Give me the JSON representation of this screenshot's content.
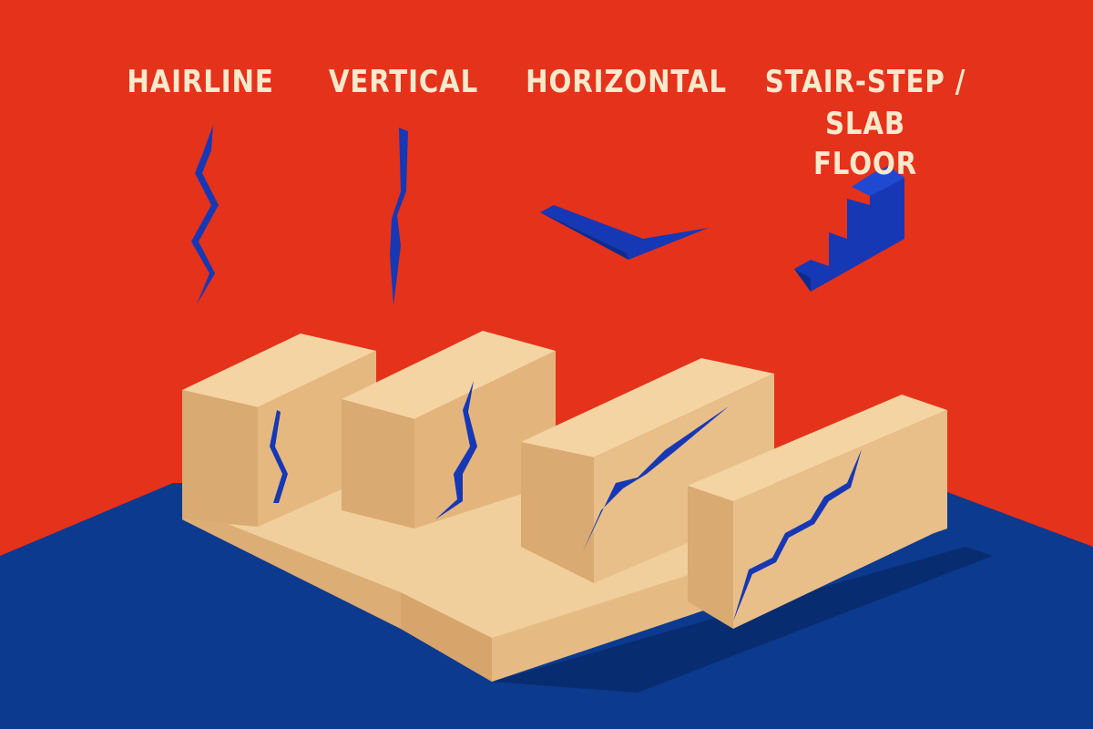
{
  "labels": {
    "hairline": "HAIRLINE",
    "vertical": "VERTICAL",
    "horizontal": "HORIZONTAL",
    "stair_step_line1": "STAIR-STEP /",
    "stair_step_line2": "SLAB FLOOR"
  },
  "colors": {
    "background": "#e5321b",
    "floor": "#0b3a8e",
    "label_text": "#fbe9cc",
    "crack": "#1738b5",
    "wall_front": "#e8bf88",
    "wall_top": "#f3d4a2",
    "wall_side": "#d6a46b"
  }
}
